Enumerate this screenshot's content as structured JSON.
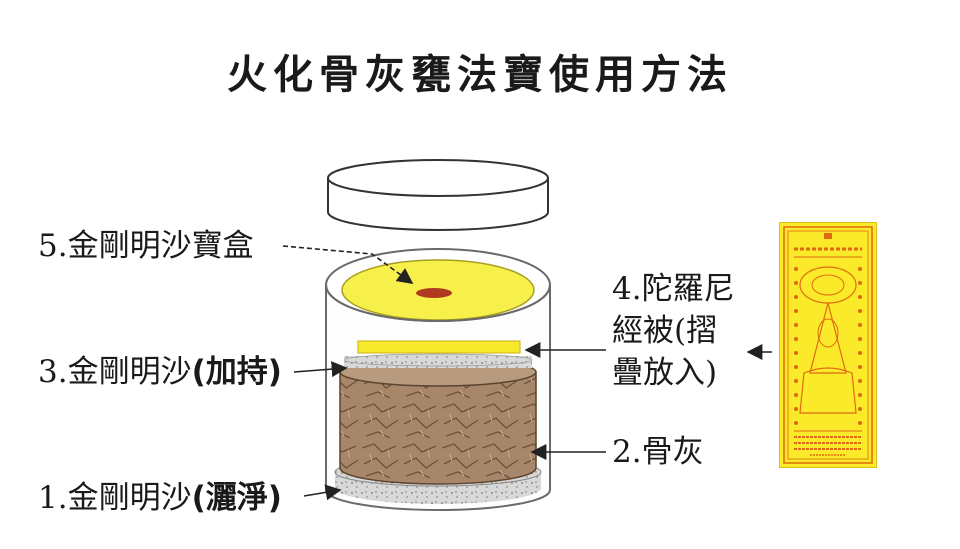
{
  "title": "火化骨灰甕法寶使用方法",
  "labels": {
    "l5": "5.金剛明沙寶盒",
    "l3_main": "3.金剛明沙",
    "l3_bold": "(加持)",
    "l1_main": "1.金剛明沙",
    "l1_bold": "(灑淨)",
    "l4_line1": "4.陀羅尼",
    "l4_line2": "經被(摺",
    "l4_line3": "疊放入)",
    "l2": "2.骨灰"
  },
  "colors": {
    "lid_fill": "#ffffff",
    "yellow_disc": "#f7f04a",
    "red_seed": "#b03a1f",
    "ash": "#a88669",
    "sand": "#cfcfcf",
    "card": "#fbea2a",
    "card_text": "#e06a10"
  },
  "icons": {
    "jar": "glass-urn-illustration",
    "card": "dharani-sutra-card-illustration"
  }
}
